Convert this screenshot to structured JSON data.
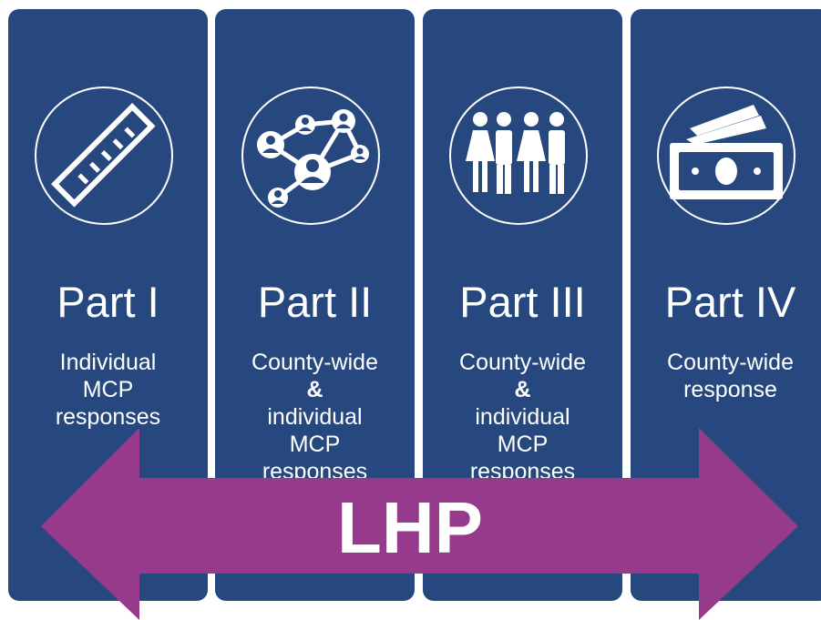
{
  "colors": {
    "panel": "#27487f",
    "arrow": "#963b8c",
    "text": "#ffffff"
  },
  "parts": [
    {
      "title": "Part I",
      "icon": "ruler-icon",
      "lines": [
        "Individual",
        "MCP",
        "responses"
      ]
    },
    {
      "title": "Part II",
      "icon": "network-icon",
      "lines": [
        "County-wide",
        "&",
        "individual",
        "MCP",
        "responses"
      ]
    },
    {
      "title": "Part III",
      "icon": "people-icon",
      "lines": [
        "County-wide",
        "&",
        "individual",
        "MCP",
        "responses"
      ]
    },
    {
      "title": "Part IV",
      "icon": "money-icon",
      "lines": [
        "County-wide",
        "response"
      ]
    }
  ],
  "arrow_label": "LHP"
}
